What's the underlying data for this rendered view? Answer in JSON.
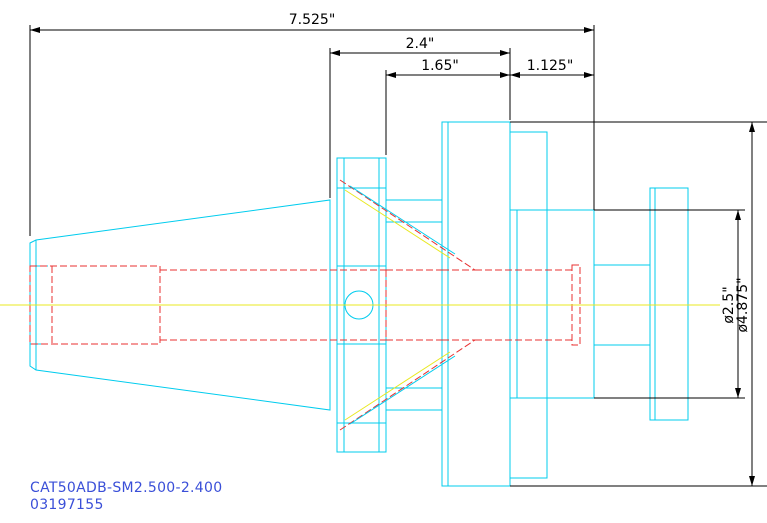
{
  "colors": {
    "outline": "#00ccee",
    "hidden": "#e83030",
    "centerline": "#e8e820",
    "dimension": "#000000",
    "label": "#3a4fd8"
  },
  "dimensions": {
    "overall_length": "7.525\"",
    "flange_to_face": "2.4\"",
    "taper_gauge": "1.65\"",
    "nose_length": "1.125\"",
    "bore_diameter": "ø2.5\"",
    "flange_diameter": "ø4.875\""
  },
  "title_block": {
    "part_number": "CAT50ADB-SM2.500-2.400",
    "serial_number": "03197155"
  }
}
